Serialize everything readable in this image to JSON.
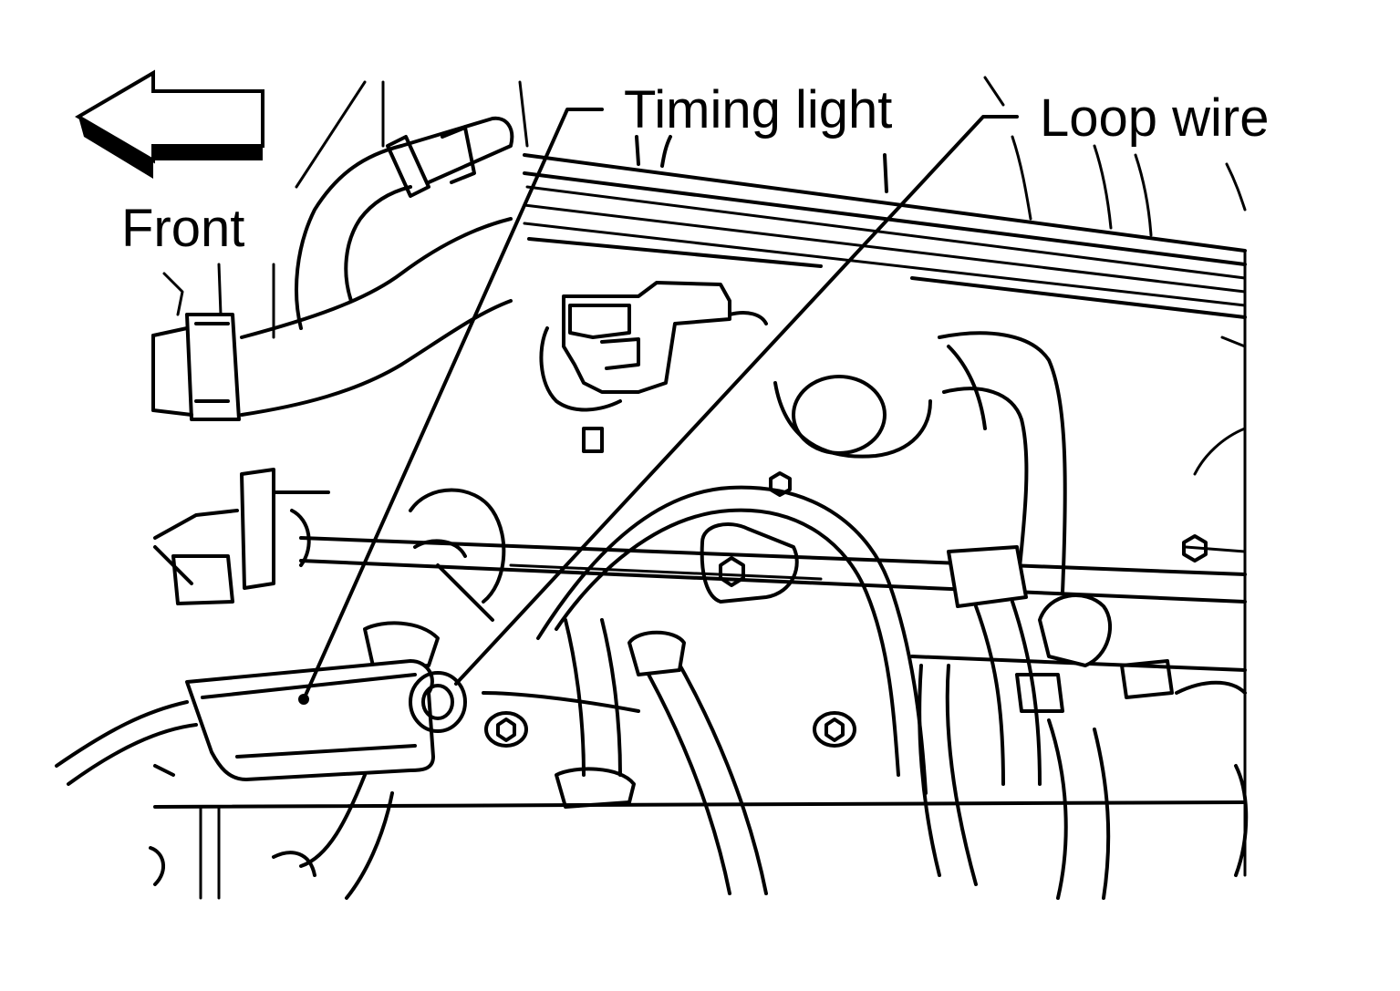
{
  "labels": {
    "front": "Front",
    "timing_light": "Timing light",
    "loop_wire": "Loop wire"
  },
  "colors": {
    "ink": "#000000",
    "background": "#ffffff"
  },
  "icons": {
    "direction": "arrow-left-icon"
  }
}
